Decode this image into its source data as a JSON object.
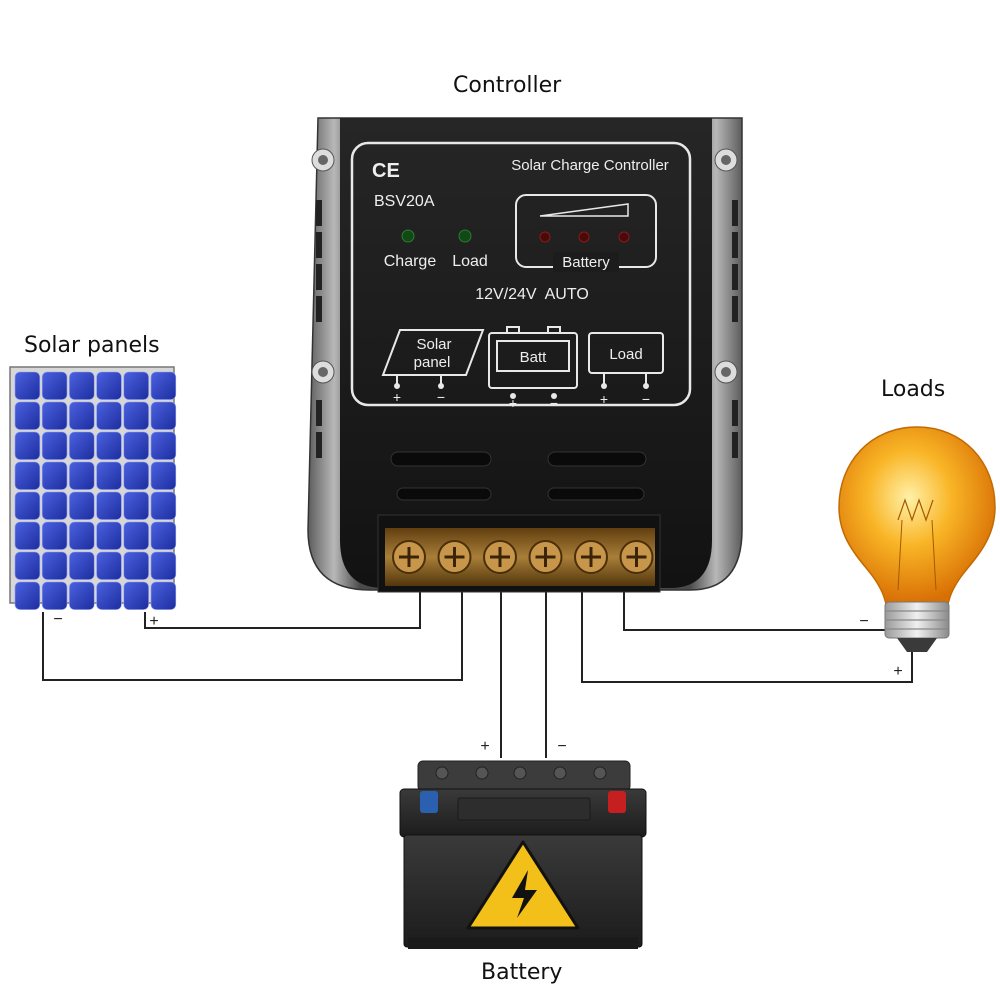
{
  "labels": {
    "controller": "Controller",
    "solar_panels": "Solar panels",
    "loads": "Loads",
    "battery": "Battery"
  },
  "controller": {
    "ce_mark": "CE",
    "title": "Solar Charge Controller",
    "model": "BSV20A",
    "led_charge": "Charge",
    "led_load": "Load",
    "battery_indicator": "Battery",
    "voltage": "12V/24V  AUTO",
    "terminal_solar": "Solar panel",
    "terminal_solar_line1": "Solar",
    "terminal_solar_line2": "panel",
    "terminal_batt": "Batt",
    "terminal_load": "Load",
    "plus": "+",
    "minus": "−"
  },
  "wiring": {
    "solar_minus": "−",
    "solar_plus": "+",
    "battery_plus": "+",
    "battery_minus": "−",
    "load_minus": "−",
    "load_plus": "+"
  },
  "colors": {
    "controller_body": "#1a1a1a",
    "controller_shell": "#8a8a8a",
    "panel_cell": "#2b3fc4",
    "terminal_brass": "#a8772b",
    "bulb_glass": "#f7a11a",
    "battery_body": "#2a2a2a",
    "warning_yellow": "#f2c018",
    "wire": "#222222"
  },
  "icons": [
    "ce-mark-icon",
    "warning-lightning-icon",
    "screw-icon",
    "led-icon"
  ]
}
